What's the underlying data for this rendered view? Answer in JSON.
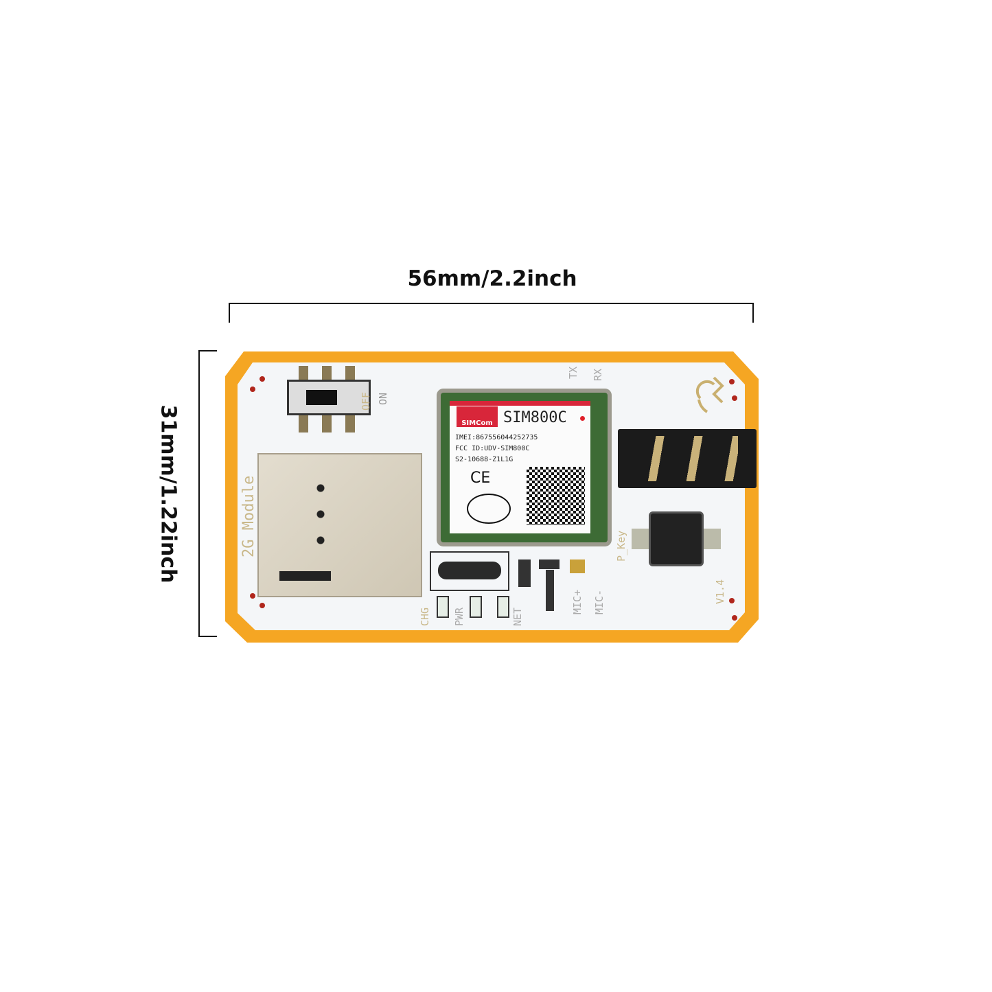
{
  "dimensions": {
    "width_label": "56mm/2.2inch",
    "height_label": "31mm/1.22inch"
  },
  "board": {
    "silkscreen": {
      "title": "2G Module",
      "switch_off": "OFF",
      "switch_on": "ON",
      "tx": "TX",
      "rx": "RX",
      "p_key": "P_Key",
      "version": "V1.4",
      "chg": "CHG",
      "pwr": "PWR",
      "net": "NET",
      "mic_plus": "MIC+",
      "mic_minus": "MIC-"
    },
    "module": {
      "brand": "SIMCom",
      "model": "SIM800C",
      "imei": "IMEI:867556044252735",
      "fcc": "FCC ID:UDV-SIM800C",
      "code": "S2-10688-Z1L1G",
      "ce": "CE"
    },
    "colors": {
      "frame": "#f5a623",
      "pcb": "#f4f6f8",
      "module_pcb": "#3d6b35",
      "brand_red": "#d8263a"
    }
  }
}
